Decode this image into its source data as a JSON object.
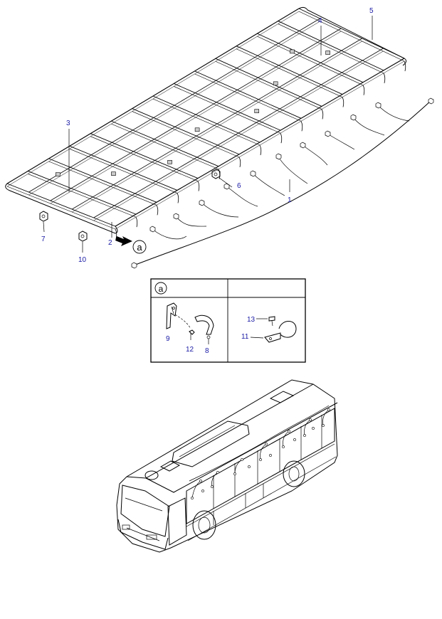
{
  "callouts": {
    "c1": "1",
    "c2": "2",
    "c3": "3",
    "c4": "4",
    "c5": "5",
    "c6": "6",
    "c7": "7",
    "c8": "8",
    "c9": "9",
    "c10": "10",
    "c11": "11",
    "c12": "12",
    "c13": "13"
  },
  "detail_marker": "a",
  "detail_table": {
    "header_left": "a",
    "header_right": ""
  },
  "colors": {
    "callout": "#1a1aa6",
    "line": "#000000"
  }
}
